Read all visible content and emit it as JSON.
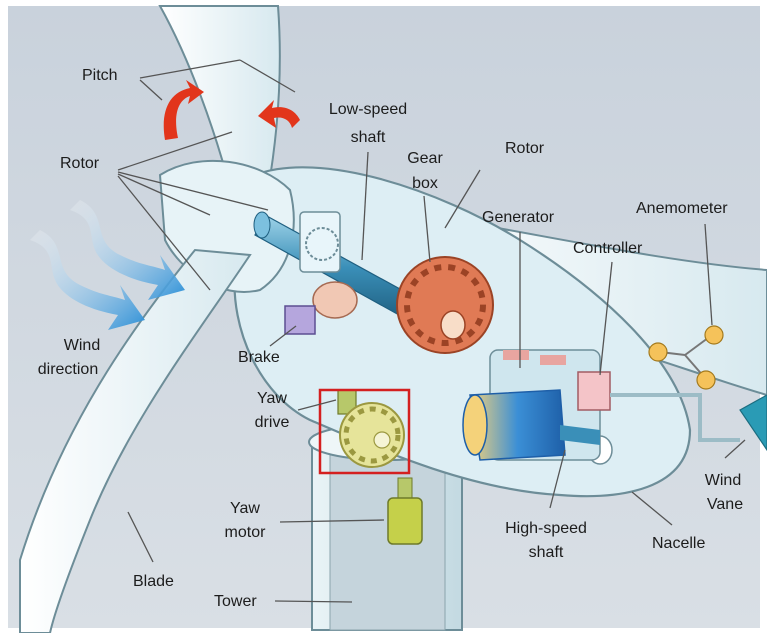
{
  "diagram": {
    "labels": {
      "pitch": "Pitch",
      "rotor_left": "Rotor",
      "low_speed_shaft_1": "Low-speed",
      "low_speed_shaft_2": "shaft",
      "gear_box_1": "Gear",
      "gear_box_2": "box",
      "rotor_right": "Rotor",
      "generator": "Generator",
      "anemometer": "Anemometer",
      "controller": "Controller",
      "wind_direction_1": "Wind",
      "wind_direction_2": "direction",
      "brake": "Brake",
      "yaw_drive_1": "Yaw",
      "yaw_drive_2": "drive",
      "wind_vane_1": "Wind",
      "wind_vane_2": "Vane",
      "yaw_motor_1": "Yaw",
      "yaw_motor_2": "motor",
      "high_speed_shaft_1": "High-speed",
      "high_speed_shaft_2": "shaft",
      "nacelle": "Nacelle",
      "blade": "Blade",
      "tower": "Tower"
    },
    "colors": {
      "background": "#cfd6de",
      "blade": "#eef6f8",
      "nacelle": "#def0f5",
      "gear": "#e07a55",
      "yaw_gear": "#e6e49a",
      "highlight_box": "#d42020",
      "pitch_arrow": "#e2351b",
      "wind_arrow": "#2f8fd3"
    }
  }
}
